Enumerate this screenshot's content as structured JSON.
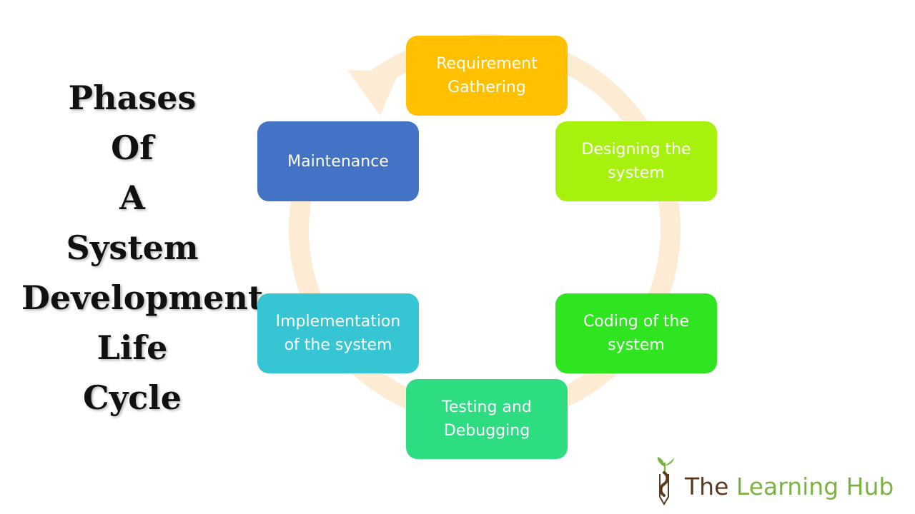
{
  "title_lines": [
    "Phases",
    "Of",
    "A",
    "System",
    "Development",
    "Life",
    "Cycle"
  ],
  "phases": [
    {
      "label": "Requirement Gathering",
      "color": "#FFC000"
    },
    {
      "label": "Designing the system",
      "color": "#A6F20E"
    },
    {
      "label": "Coding of the system",
      "color": "#2EE51F"
    },
    {
      "label": "Testing and Debugging",
      "color": "#2EDC82"
    },
    {
      "label": "Implementation of the system",
      "color": "#36C5D2"
    },
    {
      "label": "Maintenance",
      "color": "#4472C4"
    }
  ],
  "ring_color": "#FDEBD3",
  "brand": {
    "word_the": "The",
    "word_rest": "Learning Hub",
    "color_the": "#5B3A1E",
    "color_rest": "#7CB342"
  }
}
